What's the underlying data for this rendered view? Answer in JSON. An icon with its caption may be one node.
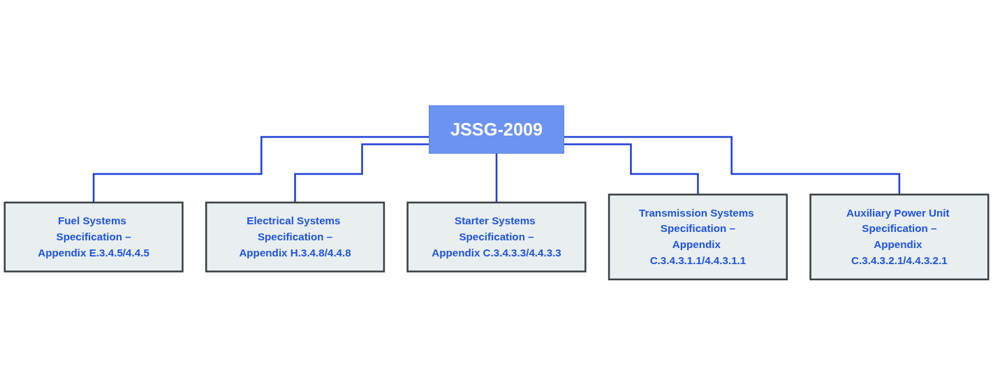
{
  "diagram": {
    "nodes": [
      {
        "text": [
          "JSSG-2009"
        ]
      },
      {
        "text": [
          "Fuel Systems Specification –",
          "Appendix E.3.4.5/4.4.5"
        ]
      },
      {
        "text": [
          "Electrical Systems Specification –",
          "Appendix H.3.4.8/4.4.8"
        ]
      },
      {
        "text": [
          "Starter Systems Specification –",
          "Appendix C.3.4.3.3/4.4.3.3"
        ]
      },
      {
        "text": [
          "Transmission Systems Specification –",
          "Appendix C.3.4.3.1.1/4.4.3.1.1"
        ]
      },
      {
        "text": [
          "Auxiliary Power Unit Specification –",
          "Appendix C.3.4.3.2.1/4.4.3.2.1"
        ]
      }
    ],
    "edges": [
      {
        "from": 0,
        "to": 1,
        "arrow": "none"
      },
      {
        "from": 0,
        "to": 2,
        "arrow": "none"
      },
      {
        "from": 0,
        "to": 3,
        "arrow": "none"
      },
      {
        "from": 0,
        "to": 4,
        "arrow": "none"
      },
      {
        "from": 0,
        "to": 5,
        "arrow": "none"
      }
    ]
  }
}
